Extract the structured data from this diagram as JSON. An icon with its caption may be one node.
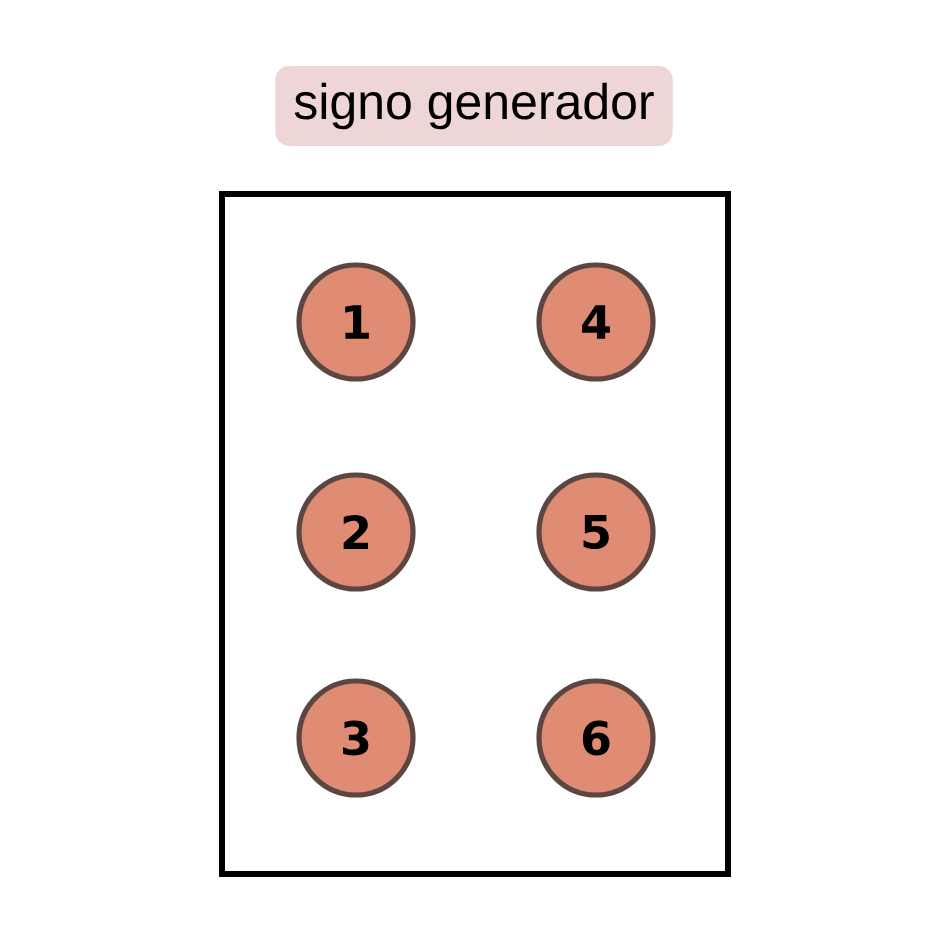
{
  "diagram": {
    "title": "signo generador",
    "nodes": [
      {
        "text": [],
        "shape": "box"
      },
      {
        "text": [
          "1"
        ],
        "in": 0
      },
      {
        "text": [
          "2"
        ],
        "in": 0
      },
      {
        "text": [
          "3"
        ],
        "in": 0
      },
      {
        "text": [
          "4"
        ],
        "in": 0
      },
      {
        "text": [
          "5"
        ],
        "in": 0
      },
      {
        "text": [
          "6"
        ],
        "in": 0
      }
    ]
  }
}
